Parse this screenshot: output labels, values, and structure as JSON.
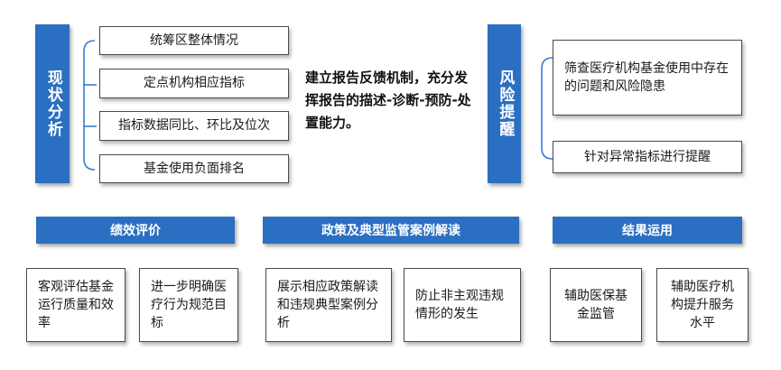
{
  "analysis": {
    "title": "现状分析",
    "items": [
      "统筹区整体情况",
      "定点机构相应指标",
      "指标数据同比、环比及位次",
      "基金使用负面排名"
    ]
  },
  "center": {
    "text": "建立报告反馈机制，充分发挥报告的描述-诊断-预防-处置能力。"
  },
  "risk": {
    "title": "风险提醒",
    "items": [
      "筛查医疗机构基金使用中存在的问题和风险隐患",
      "针对异常指标进行提醒"
    ]
  },
  "performance": {
    "title": "绩效评价",
    "items": [
      "客观评估基金运行质量和效率",
      "进一步明确医疗行为规范目标"
    ]
  },
  "policy": {
    "title": "政策及典型监管案例解读",
    "items": [
      "展示相应政策解读和违规典型案例分析",
      "防止非主观违规情形的发生"
    ]
  },
  "result": {
    "title": "结果运用",
    "items": [
      "辅助医保基金监管",
      "辅助医疗机构提升服务水平"
    ]
  },
  "colors": {
    "accent": "#2b6fc2",
    "border": "#4a4a4a",
    "connector": "#3a7bd5"
  }
}
